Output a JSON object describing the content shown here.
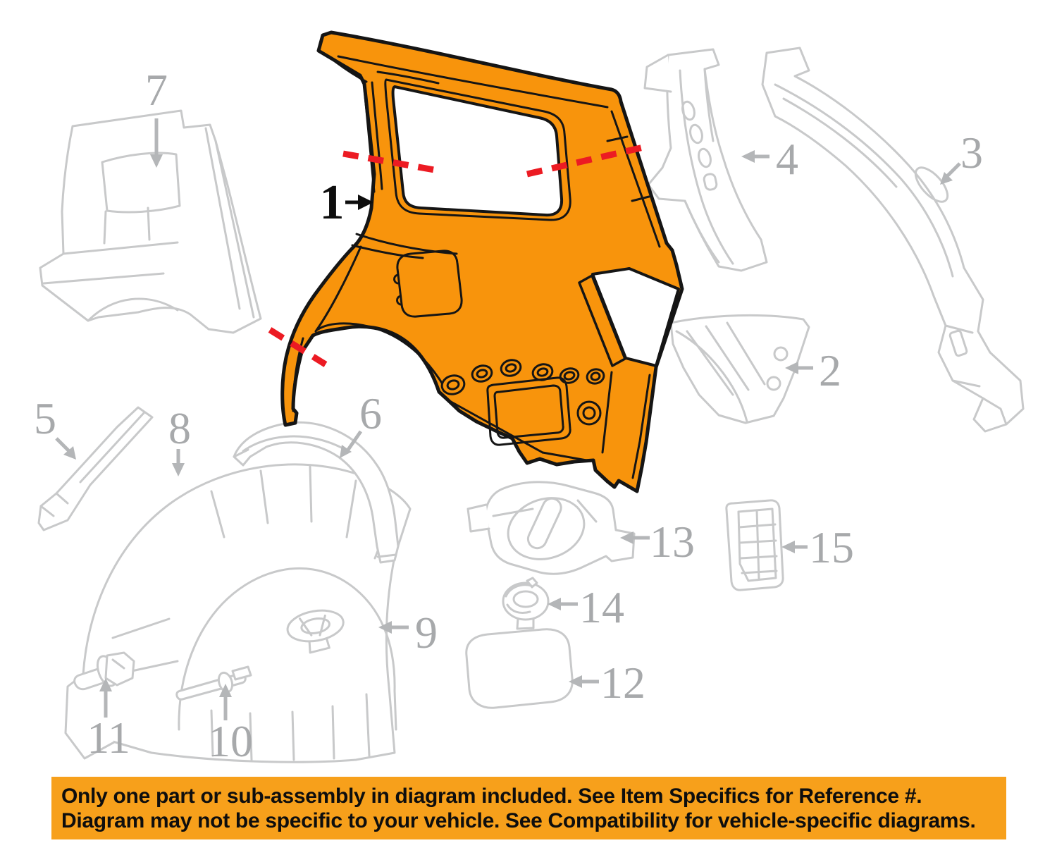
{
  "diagram": {
    "type": "auto-parts-exploded-diagram",
    "subject": "rear quarter panel and related components",
    "highlighted_part_number": "1",
    "colors": {
      "highlight_fill": "#F8940C",
      "highlight_outline": "#151515",
      "lineart_gray": "#C8C9CA",
      "label_gray": "#A7A9AB",
      "cut_line_red": "#EC1B23",
      "banner_background": "#F7A01B",
      "banner_text": "#0E0E0E",
      "page_background": "#FFFFFF"
    },
    "callouts": [
      {
        "part": "1",
        "highlighted": true
      },
      {
        "part": "2",
        "highlighted": false
      },
      {
        "part": "3",
        "highlighted": false
      },
      {
        "part": "4",
        "highlighted": false
      },
      {
        "part": "5",
        "highlighted": false
      },
      {
        "part": "6",
        "highlighted": false
      },
      {
        "part": "7",
        "highlighted": false
      },
      {
        "part": "8",
        "highlighted": false
      },
      {
        "part": "9",
        "highlighted": false
      },
      {
        "part": "10",
        "highlighted": false
      },
      {
        "part": "11",
        "highlighted": false
      },
      {
        "part": "12",
        "highlighted": false
      },
      {
        "part": "13",
        "highlighted": false
      },
      {
        "part": "14",
        "highlighted": false
      },
      {
        "part": "15",
        "highlighted": false
      }
    ],
    "banner": {
      "line1": "Only one part or sub-assembly in diagram included. See Item Specifics for Reference #.",
      "line2": "Diagram may not be specific to your vehicle. See Compatibility for vehicle-specific diagrams."
    }
  }
}
